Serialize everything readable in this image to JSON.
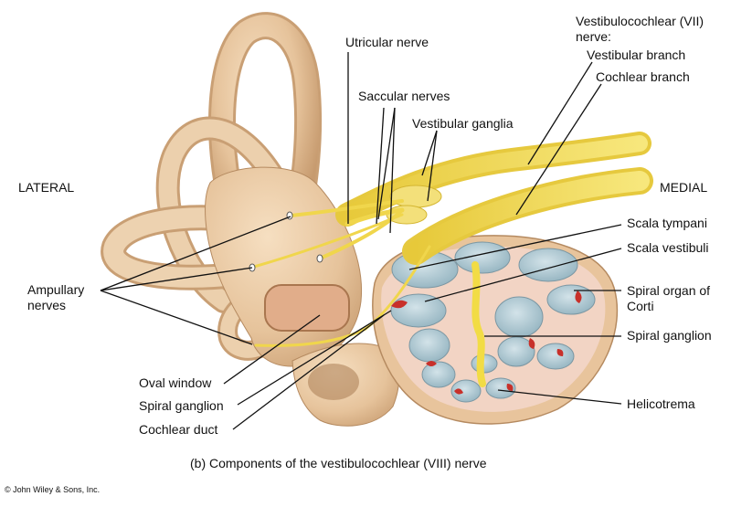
{
  "labels": {
    "lateral": "LATERAL",
    "medial": "MEDIAL",
    "utricular_nerve": "Utricular nerve",
    "saccular_nerves": "Saccular nerves",
    "vestibular_ganglia": "Vestibular ganglia",
    "vestibulocochlear_line1": "Vestibulocochlear (VII)",
    "vestibulocochlear_line2": "nerve:",
    "vestibular_branch": "Vestibular branch",
    "cochlear_branch": "Cochlear branch",
    "scala_tympani": "Scala tympani",
    "scala_vestibuli": "Scala vestibuli",
    "spiral_organ_line1": "Spiral organ of",
    "spiral_organ_line2": "Corti",
    "spiral_ganglion_right": "Spiral ganglion",
    "helicotrema": "Helicotrema",
    "ampullary_line1": "Ampullary",
    "ampullary_line2": "nerves",
    "oval_window": "Oval window",
    "spiral_ganglion_left": "Spiral ganglion",
    "cochlear_duct": "Cochlear duct"
  },
  "caption": "(b) Components of the vestibulocochlear (VIII) nerve",
  "copyright": "© John Wiley & Sons, Inc.",
  "colors": {
    "bone": "#e9c9a2",
    "bone_shade": "#c99f74",
    "nerve": "#f2dc45",
    "scala": "#a9c4cf",
    "organ": "#c8302a",
    "tissue": "#f3d3c6"
  }
}
